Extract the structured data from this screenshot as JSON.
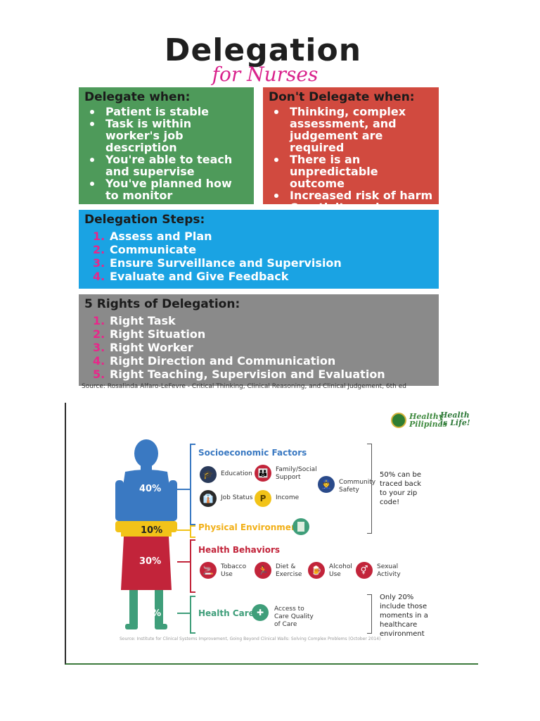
{
  "delegation": {
    "title": "Delegation",
    "subtitle": "for Nurses",
    "delegate_when": {
      "heading": "Delegate when:",
      "items": [
        "Patient is stable",
        "Task is within worker's job description",
        "You're able to teach and supervise",
        "You've planned how to monitor"
      ]
    },
    "dont_delegate_when": {
      "heading": "Don't Delegate when:",
      "items": [
        "Thinking, complex assessment, and judgement are required",
        "There is an unpredictable outcome",
        "Increased risk of harm",
        "Creativity and problem-solving are required"
      ]
    },
    "steps": {
      "heading": "Delegation Steps:",
      "items": [
        {
          "num": "1.",
          "text": "Assess and Plan"
        },
        {
          "num": "2.",
          "text": "Communicate"
        },
        {
          "num": "3.",
          "text": "Ensure Surveillance and Supervision"
        },
        {
          "num": "4.",
          "text": "Evaluate and Give Feedback"
        }
      ]
    },
    "rights": {
      "heading": "5 Rights of Delegation:",
      "items": [
        {
          "num": "1.",
          "text": "Right Task"
        },
        {
          "num": "2.",
          "text": "Right Situation"
        },
        {
          "num": "3.",
          "text": "Right Worker"
        },
        {
          "num": "4.",
          "text": "Right Direction and Communication"
        },
        {
          "num": "5.",
          "text": "Right Teaching, Supervision and Evaluation"
        }
      ]
    },
    "source": "Source: Rosalinda Alfaro-LeFevre - Critical Thinking, Clinical Reasoning, and Clinical Judgement, 6th ed"
  },
  "health": {
    "logo_left": "Healthy Pilipinas",
    "logo_right": "Health is Life!",
    "percents": {
      "p40": "40%",
      "p10": "10%",
      "p30": "30%",
      "p20": "20%"
    },
    "socioeconomic": {
      "label": "Socioeconomic Factors",
      "education": "Education",
      "family": "Family/Social Support",
      "job": "Job Status",
      "income": "Income",
      "community": "Community Safety"
    },
    "physical": {
      "label": "Physical Environment"
    },
    "behaviors": {
      "label": "Health Behaviors",
      "tobacco": "Tobacco Use",
      "diet": "Diet & Exercise",
      "alcohol": "Alcohol Use",
      "sexual": "Sexual Activity"
    },
    "care": {
      "label": "Health Care",
      "access": "Access to Care Quality of Care"
    },
    "note_top": "50% can be traced back to your zip code!",
    "note_bottom": "Only 20% include those moments in a healthcare environment",
    "source": "Source: Institute for Clinical Systems Improvement, Going Beyond Clinical Walls: Solving Complex Problems (October 2014)",
    "colors": {
      "blue": "#3a79c2",
      "yellow": "#f2c318",
      "red": "#c2243a",
      "green": "#3f9e7a",
      "figure": "#3a79c2"
    }
  }
}
